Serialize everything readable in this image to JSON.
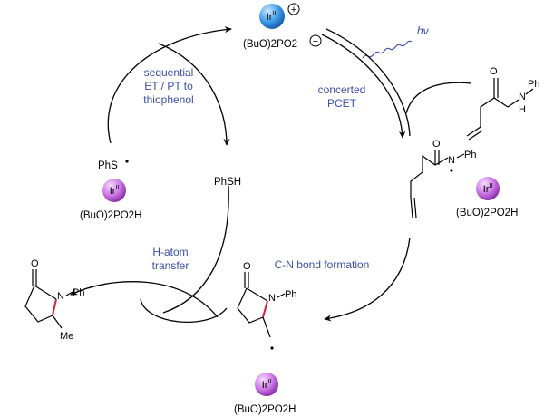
{
  "catalyst_top": {
    "metal": "Ir",
    "oxidation": "III",
    "charge": "+",
    "base_formula": "(BuO)2PO2",
    "base_charge": "−"
  },
  "hv_label": "hν",
  "labels": {
    "sequential": [
      "sequential",
      "ET / PT to",
      "thiophenol"
    ],
    "concerted": [
      "concerted",
      "PCET"
    ],
    "hatom": [
      "H-atom",
      "transfer"
    ],
    "cn_bond": "C-N bond formation"
  },
  "species": {
    "phs_radical": "PhS",
    "phsh": "PhSH",
    "ir2_metal": "Ir",
    "ir2_oxidation": "II",
    "acid_formula": "(BuO)2PO2H"
  },
  "atoms": {
    "O": "O",
    "N": "N",
    "H": "H",
    "Ph": "Ph",
    "Me": "Me"
  },
  "colors": {
    "ir3_sphere": "#2f8fe0",
    "ir2_sphere": "#c75ee0",
    "label_blue": "#3a4fa8",
    "new_bond_red": "#d8203a"
  }
}
